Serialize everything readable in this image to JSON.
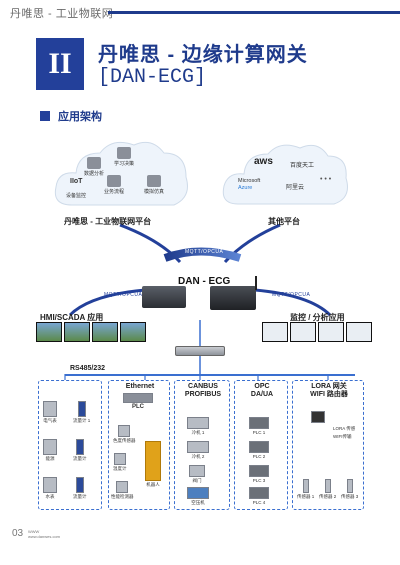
{
  "header": {
    "title": "丹唯思 - 工业物联网"
  },
  "chapter": {
    "numeral": "II"
  },
  "heading": {
    "line1": "丹唯思 - 边缘计算网关",
    "line2": "[DAN-ECG]"
  },
  "section": {
    "title": "应用架构"
  },
  "cloud_left": {
    "label": "丹唯思 - 工业物联网平台",
    "items": [
      "数据分析",
      "学习决策",
      "IIoT",
      "设备监控",
      "业务流程",
      "模拟仿真"
    ]
  },
  "cloud_right": {
    "label": "其他平台",
    "logos": {
      "aws": "aws",
      "tianmu": "百度天工",
      "microsoft": "Microsoft",
      "azure": "Azure",
      "aliyun": "阿里云",
      "more": "• • •"
    }
  },
  "bands": {
    "left": "MQTT/OPCUA",
    "middle": "MQTT/OPCUA",
    "right": "MQTT/OPCUA"
  },
  "gateway": {
    "label": "DAN - ECG"
  },
  "hmi": {
    "label": "HMI/SCADA 应用"
  },
  "monitor_app": {
    "label": "监控 / 分析应用"
  },
  "bus": {
    "label": "RS485/232"
  },
  "groups": {
    "rs485": {
      "devices": [
        "电气表",
        "流量计 1",
        "能源",
        "流量计",
        "水表",
        "流量计"
      ]
    },
    "ethernet": {
      "title": "Ethernet",
      "plc": "PLC",
      "devices": [
        "色度传感器",
        "温度计",
        "性能检测器",
        "机器人"
      ]
    },
    "canbus": {
      "title1": "CANBUS",
      "title2": "PROFIBUS",
      "devices": [
        "冷机 1",
        "冷机 2",
        "阀门",
        "空压机"
      ]
    },
    "opc": {
      "title1": "OPC",
      "title2": "DA/UA",
      "devices": [
        "PLC 1",
        "PLC 2",
        "PLC 3",
        "PLC 4"
      ]
    },
    "lora": {
      "title1": "LORA 网关",
      "title2": "WIFI 路由器",
      "devices": [
        "LORA 传感",
        "WIFI传输",
        "传感器 1",
        "传感器 2",
        "传感器 3"
      ]
    }
  },
  "footer": {
    "page": "03",
    "line1": "WWW",
    "line2": "www.danwes.com"
  }
}
